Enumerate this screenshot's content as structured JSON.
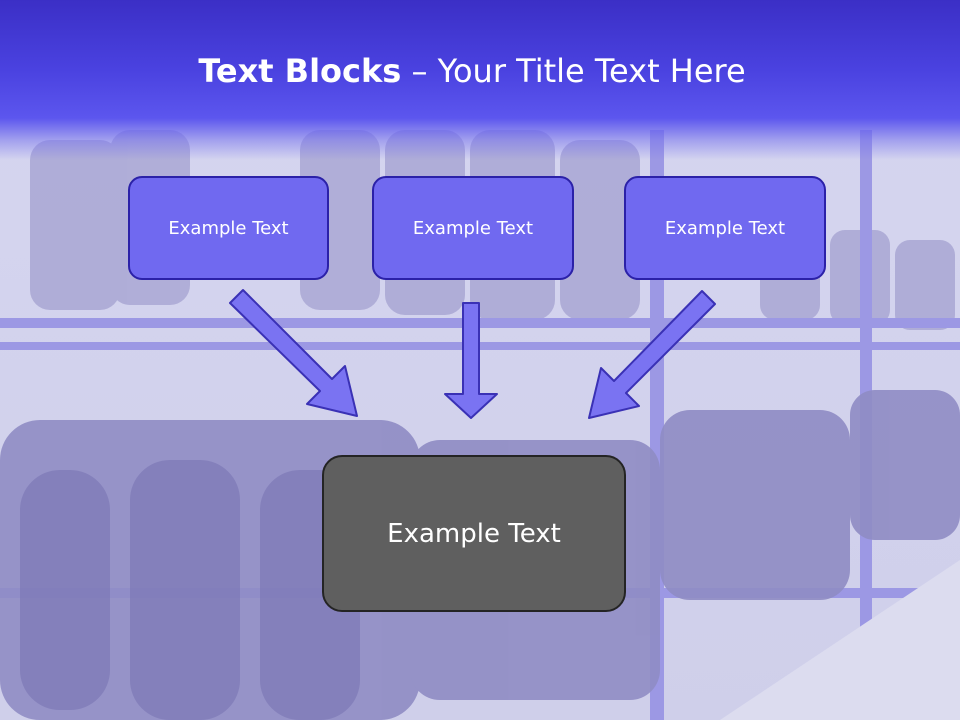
{
  "slide": {
    "title_bold": "Text Blocks",
    "title_dash": " – ",
    "title_rest": "Your Title Text Here"
  },
  "blocks": [
    {
      "label": "Example Text"
    },
    {
      "label": "Example Text"
    },
    {
      "label": "Example Text"
    }
  ],
  "result_block": {
    "label": "Example Text"
  },
  "colors": {
    "title_band": "#4a42e0",
    "block_fill": "#7069f0",
    "block_border": "#2b21a8",
    "result_fill": "#5f5f5f",
    "arrow_fill": "#7a73f2"
  }
}
